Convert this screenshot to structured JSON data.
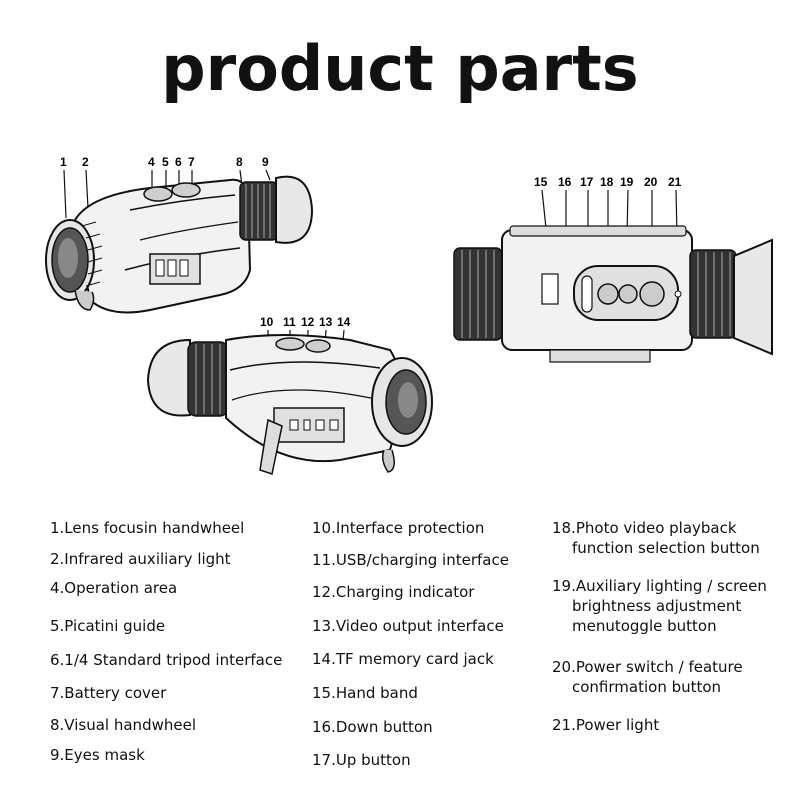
{
  "title": "product parts",
  "callouts_fig1": [
    "1",
    "2",
    "4",
    "5",
    "6",
    "7",
    "8",
    "9"
  ],
  "callouts_fig2": [
    "10",
    "11",
    "12",
    "13",
    "14"
  ],
  "callouts_fig3": [
    "15",
    "16",
    "17",
    "18",
    "19",
    "20",
    "21"
  ],
  "legend": {
    "col1": [
      "1.Lens focusin handwheel",
      "2.Infrared auxiliary light",
      "4.Operation area",
      "5.Picatini guide",
      "6.1/4 Standard tripod interface",
      "7.Battery cover",
      "8.Visual handwheel",
      "9.Eyes mask"
    ],
    "col2": [
      "10.Interface protection",
      "11.USB/charging interface",
      "12.Charging indicator",
      "13.Video output interface",
      "14.TF memory card jack",
      "15.Hand band",
      "16.Down button",
      "17.Up button"
    ],
    "col3": [
      [
        "18.Photo video playback",
        "function selection button"
      ],
      [
        "19.Auxiliary lighting / screen",
        "brightness adjustment",
        "menutoggle button"
      ],
      [
        "20.Power switch / feature",
        "confirmation button"
      ],
      [
        "21.Power light"
      ]
    ]
  }
}
